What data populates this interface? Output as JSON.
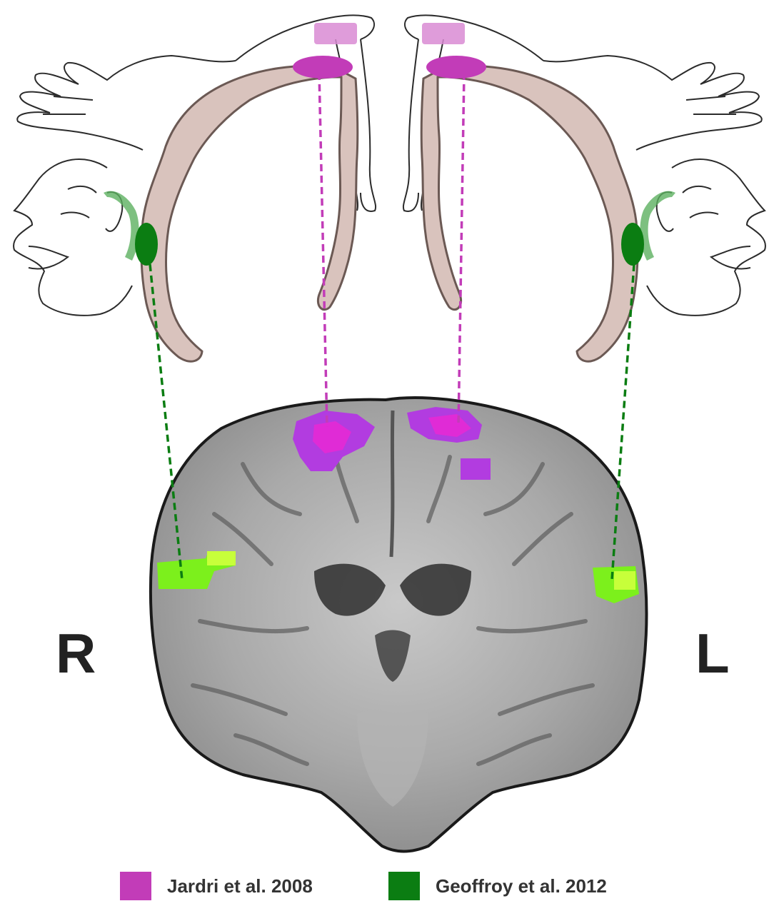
{
  "hemisphere_labels": {
    "right": "R",
    "left": "L"
  },
  "legend": [
    {
      "label": "Jardri et al. 2008",
      "color": "#c23cb8"
    },
    {
      "label": "Geoffroy et al. 2012",
      "color": "#0b7d12"
    }
  ],
  "colors": {
    "cortex_strip": "#d9c3bd",
    "cortex_outline": "#6b5954",
    "brain_gray": "#9a9a9a",
    "activation_magenta": "#e02bd6",
    "activation_purple": "#b23ce0",
    "activation_green": "#7cf01c",
    "activation_lime": "#c7ff3a",
    "connector_magenta": "#c23cb8",
    "connector_green": "#0b7d12"
  },
  "icons": [
    "homunculus-right",
    "homunculus-left",
    "coronal-mri-slice"
  ]
}
